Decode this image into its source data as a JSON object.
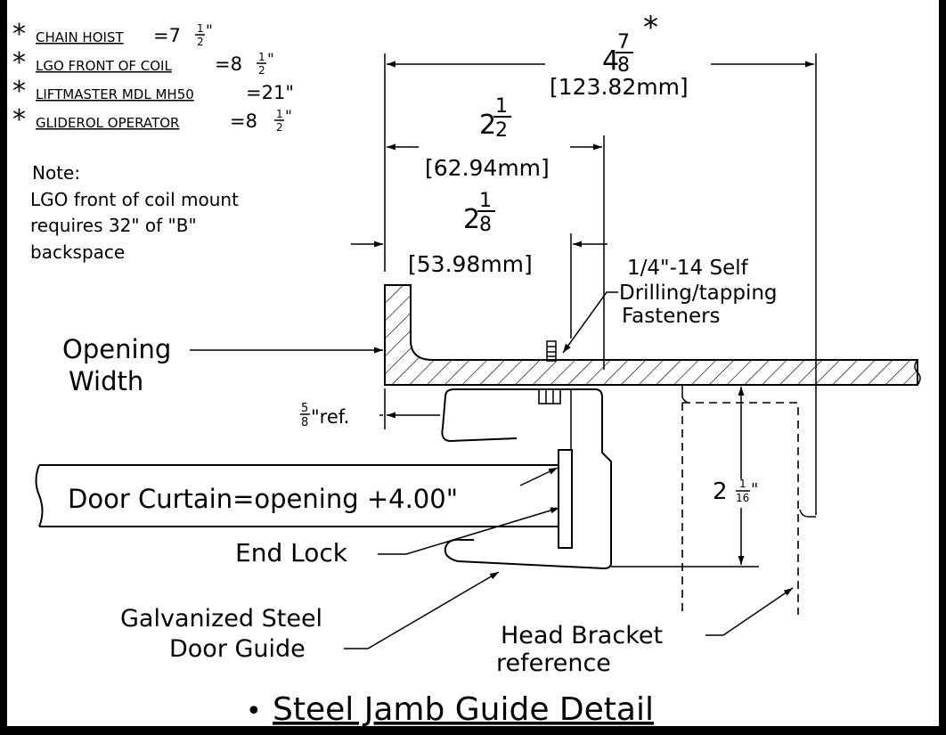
{
  "notes": {
    "star": "*",
    "items": [
      {
        "label": "CHAIN HOIST",
        "value": "=7",
        "whole": "",
        "num": "1",
        "den": "2",
        "suffix": "\""
      },
      {
        "label": "LGO FRONT OF COIL",
        "value": "=8",
        "whole": "",
        "num": "1",
        "den": "2",
        "suffix": "\""
      },
      {
        "label": "LIFTMASTER MDL MH50",
        "value": "=21\"",
        "whole": "",
        "num": "",
        "den": "",
        "suffix": ""
      },
      {
        "label": "GLIDEROL OPERATOR",
        "value": "=8",
        "whole": "",
        "num": "1",
        "den": "2",
        "suffix": "\""
      }
    ],
    "note_title": "Note:",
    "note_lines": [
      "LGO front of coil mount",
      "requires 32\" of \"B\"",
      "backspace"
    ]
  },
  "dims": {
    "d1": {
      "whole": "4",
      "num": "7",
      "den": "8",
      "mm": "[123.82mm]",
      "star": "*"
    },
    "d2": {
      "whole": "2",
      "num": "1",
      "den": "2",
      "mm": "[62.94mm]"
    },
    "d3": {
      "whole": "2",
      "num": "1",
      "den": "8",
      "mm": "[53.98mm]"
    },
    "ref": {
      "num": "5",
      "den": "8",
      "text": "\"ref."
    },
    "vert": {
      "whole": "2",
      "num": "1",
      "den": "16",
      "suffix": "\""
    }
  },
  "labels": {
    "fastener": [
      "1/4\"-14 Self",
      "Drilling/tapping",
      "Fasteners"
    ],
    "opening": [
      "Opening",
      "Width"
    ],
    "curtain": "Door Curtain=opening +4.00\"",
    "endlock": "End Lock",
    "guide": [
      "Galvanized Steel",
      "Door Guide"
    ],
    "bracket": [
      "Head Bracket",
      "reference"
    ],
    "title_bullet": "•",
    "title": "Steel Jamb Guide Detail"
  }
}
